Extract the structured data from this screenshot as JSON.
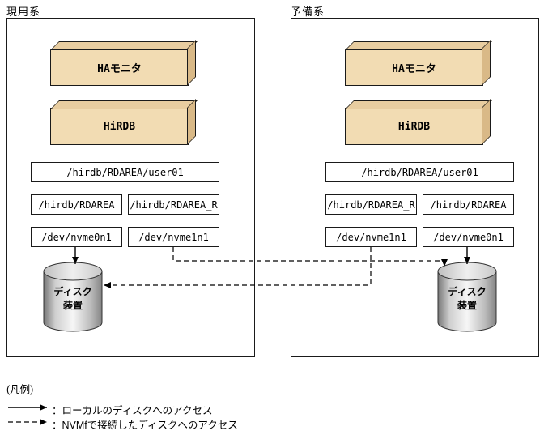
{
  "systems": [
    {
      "title": "現用系",
      "ha_monitor": "HAモニタ",
      "hirdb": "HiRDB",
      "user_rdarea": "/hirdb/RDAREA/user01",
      "col_left_rdarea": "/hirdb/RDAREA",
      "col_right_rdarea": "/hirdb/RDAREA_R",
      "col_left_dev": "/dev/nvme0n1",
      "col_right_dev": "/dev/nvme1n1",
      "disk_line1": "ディスク",
      "disk_line2": "装置"
    },
    {
      "title": "予備系",
      "ha_monitor": "HAモニタ",
      "hirdb": "HiRDB",
      "user_rdarea": "/hirdb/RDAREA/user01",
      "col_left_rdarea": "/hirdb/RDAREA_R",
      "col_right_rdarea": "/hirdb/RDAREA",
      "col_left_dev": "/dev/nvme1n1",
      "col_right_dev": "/dev/nvme0n1",
      "disk_line1": "ディスク",
      "disk_line2": "装置"
    }
  ],
  "legend": {
    "title": "(凡例)",
    "solid_label": "：ローカルのディスクへのアクセス",
    "dashed_label": "：NVMfで接続したディスクへのアクセス"
  },
  "colors": {
    "box_fill": "#f2dcb3",
    "box_top_face": "#e8cda0",
    "box_side_face": "#d9b987",
    "line": "#000000"
  }
}
